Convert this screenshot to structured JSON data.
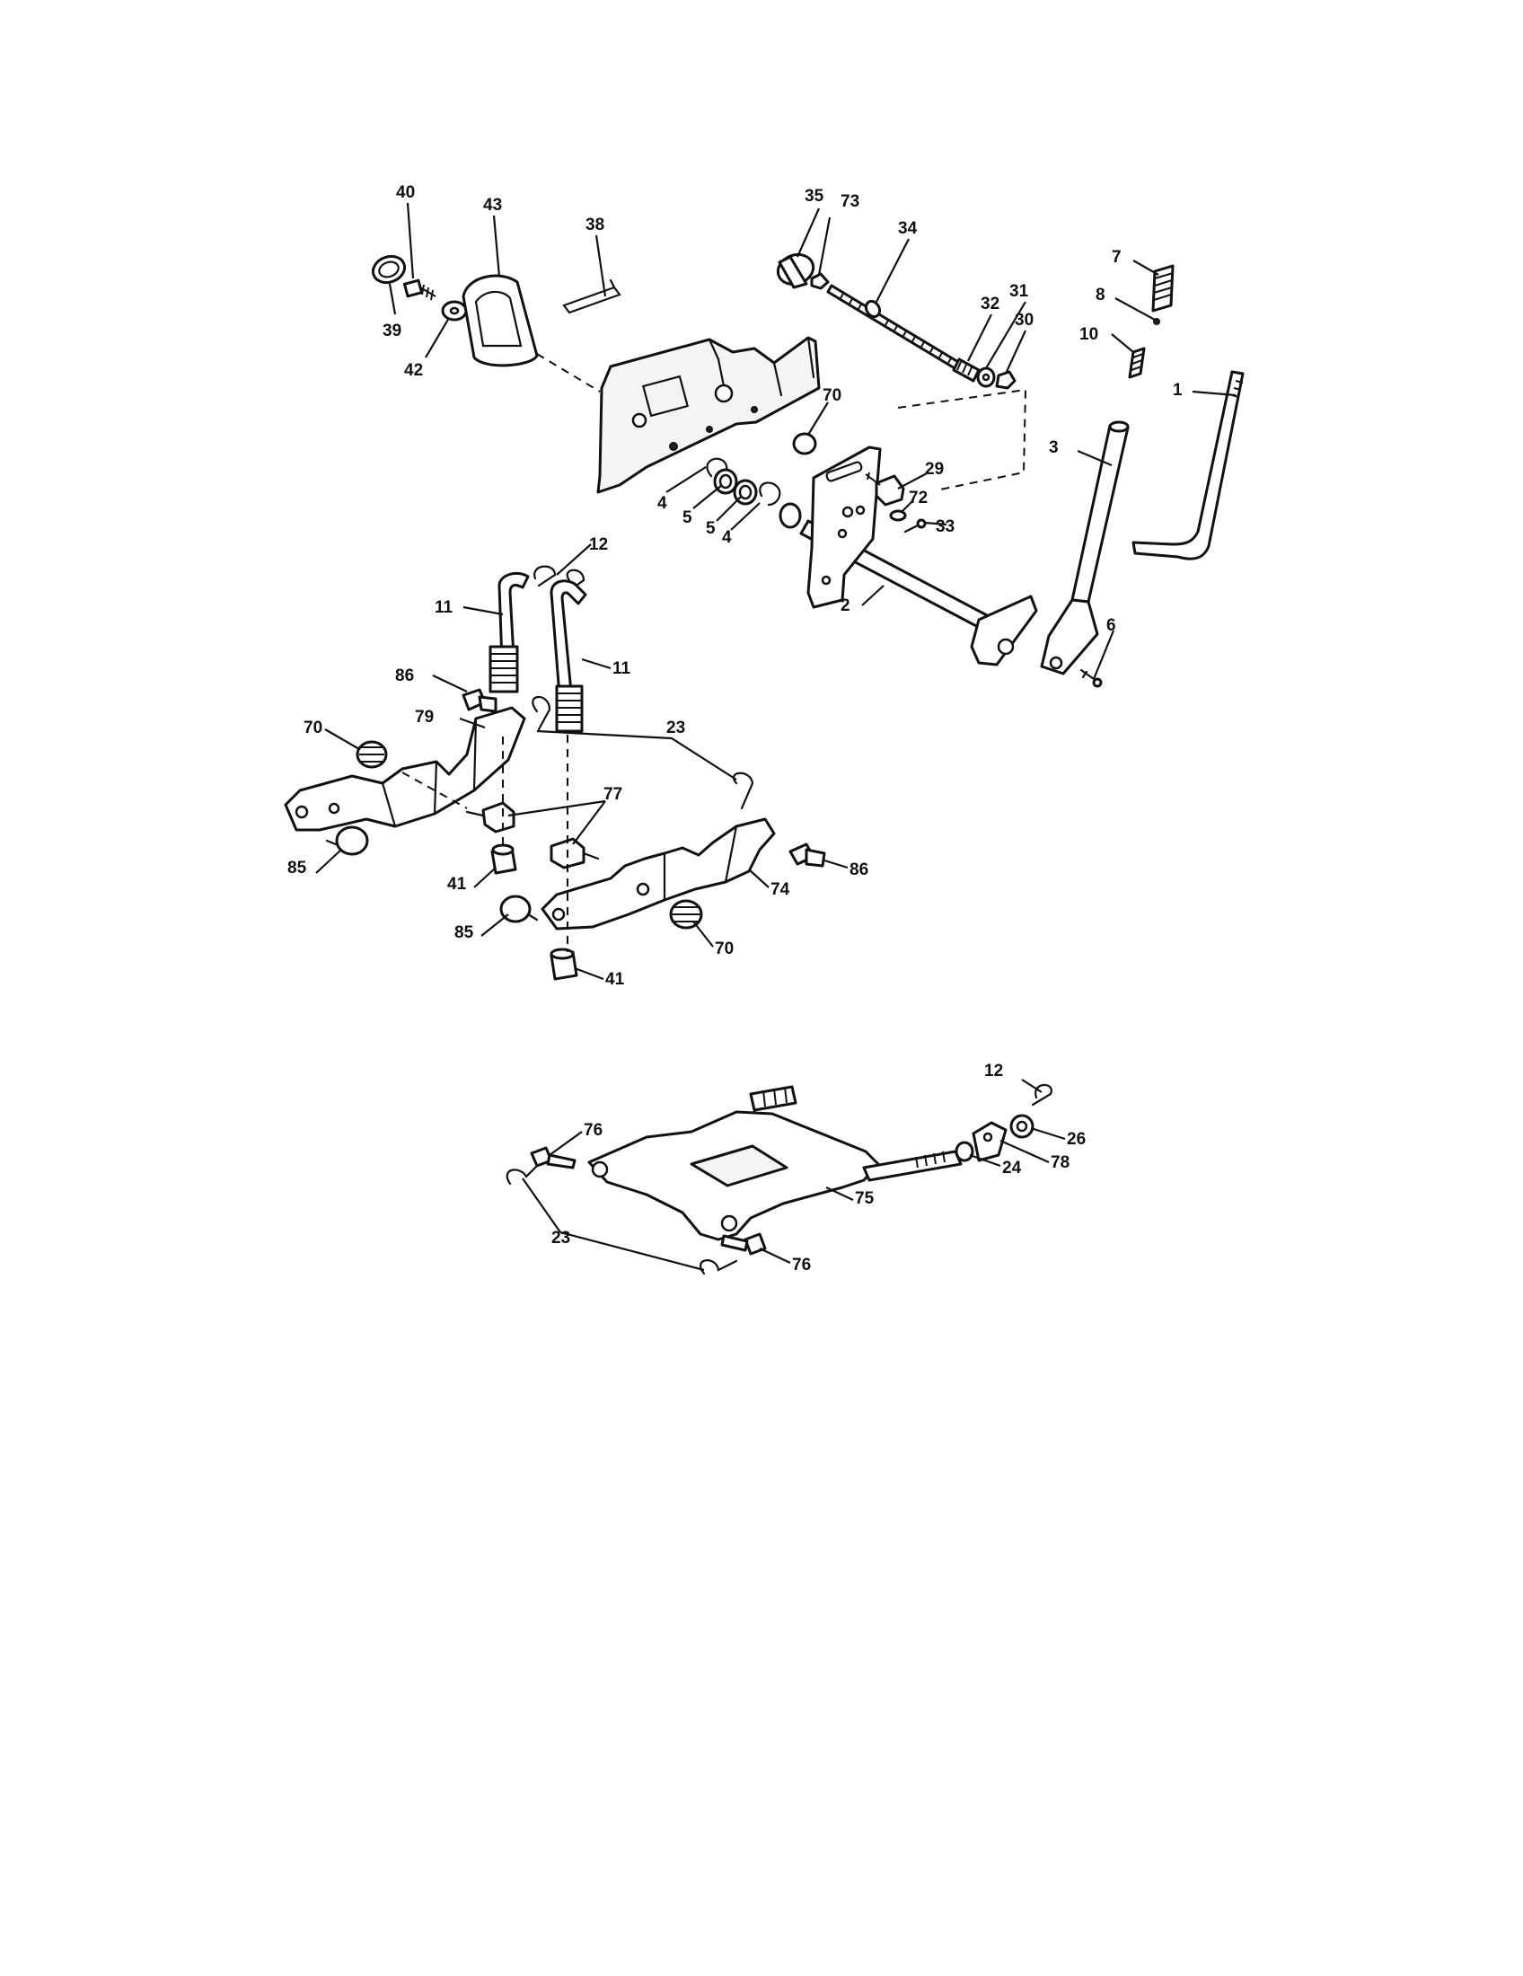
{
  "callouts": [
    {
      "id": "c40",
      "text": "40"
    },
    {
      "id": "c43",
      "text": "43"
    },
    {
      "id": "c38",
      "text": "38"
    },
    {
      "id": "c39",
      "text": "39"
    },
    {
      "id": "c42",
      "text": "42"
    },
    {
      "id": "c35",
      "text": "35"
    },
    {
      "id": "c73",
      "text": "73"
    },
    {
      "id": "c34",
      "text": "34"
    },
    {
      "id": "c32",
      "text": "32"
    },
    {
      "id": "c31",
      "text": "31"
    },
    {
      "id": "c30",
      "text": "30"
    },
    {
      "id": "c7",
      "text": "7"
    },
    {
      "id": "c8",
      "text": "8"
    },
    {
      "id": "c10",
      "text": "10"
    },
    {
      "id": "c1",
      "text": "1"
    },
    {
      "id": "c3",
      "text": "3"
    },
    {
      "id": "c70a",
      "text": "70"
    },
    {
      "id": "c29",
      "text": "29"
    },
    {
      "id": "c72",
      "text": "72"
    },
    {
      "id": "c33",
      "text": "33"
    },
    {
      "id": "c4a",
      "text": "4"
    },
    {
      "id": "c5a",
      "text": "5"
    },
    {
      "id": "c5b",
      "text": "5"
    },
    {
      "id": "c4b",
      "text": "4"
    },
    {
      "id": "c2",
      "text": "2"
    },
    {
      "id": "c6",
      "text": "6"
    },
    {
      "id": "c12a",
      "text": "12"
    },
    {
      "id": "c11a",
      "text": "11"
    },
    {
      "id": "c11b",
      "text": "11"
    },
    {
      "id": "c86a",
      "text": "86"
    },
    {
      "id": "c79",
      "text": "79"
    },
    {
      "id": "c70b",
      "text": "70"
    },
    {
      "id": "c23a",
      "text": "23"
    },
    {
      "id": "c77",
      "text": "77"
    },
    {
      "id": "c85a",
      "text": "85"
    },
    {
      "id": "c41a",
      "text": "41"
    },
    {
      "id": "c86b",
      "text": "86"
    },
    {
      "id": "c74",
      "text": "74"
    },
    {
      "id": "c85b",
      "text": "85"
    },
    {
      "id": "c70c",
      "text": "70"
    },
    {
      "id": "c41b",
      "text": "41"
    },
    {
      "id": "c12b",
      "text": "12"
    },
    {
      "id": "c76a",
      "text": "76"
    },
    {
      "id": "c26",
      "text": "26"
    },
    {
      "id": "c24",
      "text": "24"
    },
    {
      "id": "c78",
      "text": "78"
    },
    {
      "id": "c75",
      "text": "75"
    },
    {
      "id": "c23b",
      "text": "23"
    },
    {
      "id": "c76b",
      "text": "76"
    }
  ]
}
